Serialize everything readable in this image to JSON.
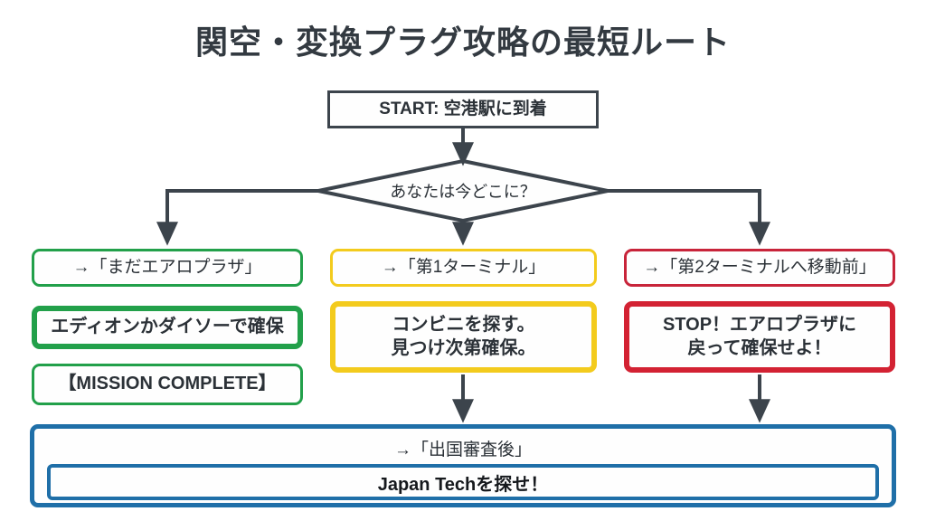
{
  "title": "関空・変換プラグ攻略の最短ルート",
  "colors": {
    "ink": "#3c444c",
    "green": "#22a04a",
    "yellow": "#f3cb1d",
    "red": "#c8243a",
    "blue": "#1f6fa8",
    "background": "#ffffff"
  },
  "flow": {
    "start": {
      "label": "START: 空港駅に到着"
    },
    "decision": {
      "label": "あなたは今どこに？"
    },
    "branches": [
      {
        "id": "aeroplaza",
        "color": "green",
        "option_label": "→「まだエアロプラザ」",
        "action_label": "エディオンかダイソーで確保",
        "result_label": "【MISSION COMPLETE】"
      },
      {
        "id": "terminal-1",
        "color": "yellow",
        "option_label": "→「第1ターミナル」",
        "action_line_1": "コンビニを探す。",
        "action_line_2": "見つけ次第確保。"
      },
      {
        "id": "terminal-2",
        "color": "red",
        "option_label": "→「第2ターミナルへ移動前」",
        "action_line_1": "STOP！エアロプラザに",
        "action_line_2": "戻って確保せよ！"
      }
    ],
    "footer": {
      "label": "→「出国審査後」",
      "inner_label": "Japan Techを探せ！"
    }
  }
}
